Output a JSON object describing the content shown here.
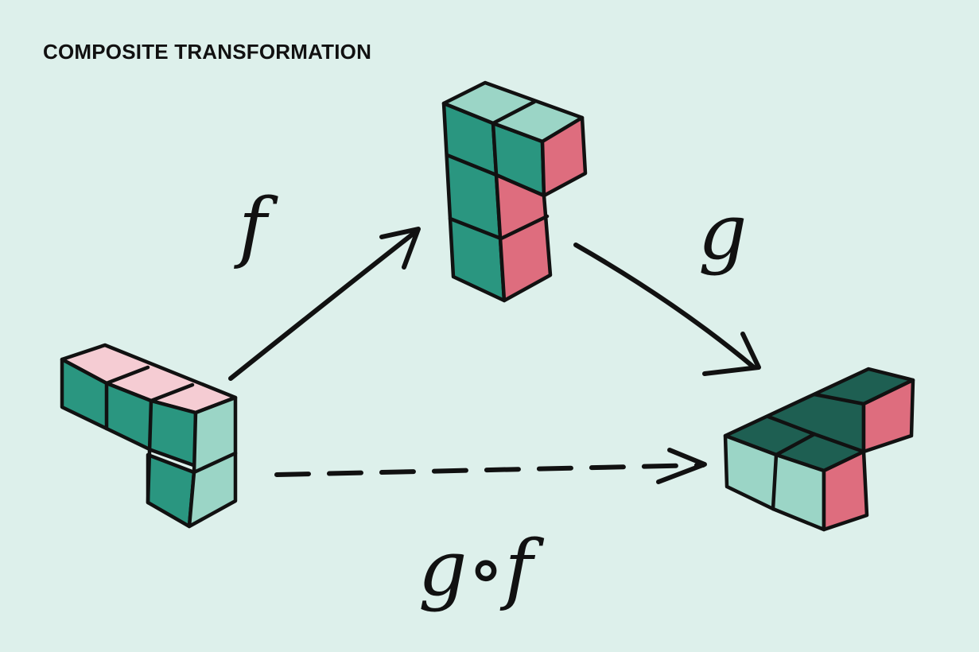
{
  "title": "COMPOSITE TRANSFORMATION",
  "labels": {
    "f": "f",
    "g": "g",
    "gof": "g∘f"
  },
  "colors": {
    "background": "#ddf0eb",
    "teal_dark": "#2a9680",
    "teal_light": "#9bd5c6",
    "pink_light": "#f5ccd3",
    "pink_red": "#de6d7e",
    "teal_darkest": "#1e5f52",
    "outline": "#111111"
  },
  "shapes": [
    {
      "id": "source",
      "description_name": "source-shape"
    },
    {
      "id": "middle",
      "description_name": "f-image-shape"
    },
    {
      "id": "result",
      "description_name": "gof-image-shape"
    }
  ]
}
